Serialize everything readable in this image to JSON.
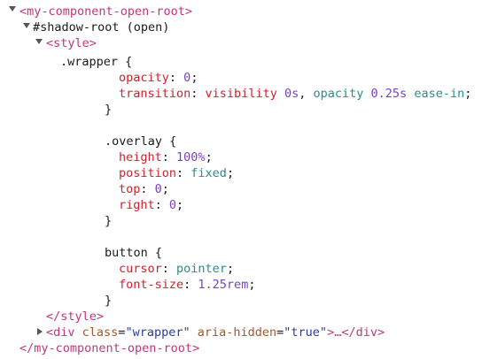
{
  "host": {
    "open_tag": "<my-component-open-root>",
    "close_tag": "</my-component-open-root>"
  },
  "shadow_root": {
    "label": "#shadow-root (open)"
  },
  "style_el": {
    "open_tag": "<style>",
    "close_tag": "</style>"
  },
  "css": {
    "wrapper": {
      "selector": ".wrapper {",
      "decls": [
        {
          "prop": "opacity",
          "value": "0"
        },
        {
          "prop": "transition",
          "value": "visibility 0s, opacity 0.25s ease-in"
        }
      ],
      "close": "}"
    },
    "overlay": {
      "selector": ".overlay {",
      "decls": [
        {
          "prop": "height",
          "value": "100%"
        },
        {
          "prop": "position",
          "value": "fixed"
        },
        {
          "prop": "top",
          "value": "0"
        },
        {
          "prop": "right",
          "value": "0"
        }
      ],
      "close": "}"
    },
    "button": {
      "selector": "button {",
      "decls": [
        {
          "prop": "cursor",
          "value": "pointer"
        },
        {
          "prop": "font-size",
          "value": "1.25rem"
        }
      ],
      "close": "}"
    }
  },
  "div_node": {
    "tag_open": "<div",
    "attr1_name": "class",
    "attr1_value": "\"wrapper\"",
    "attr2_name": "aria-hidden",
    "attr2_value": "\"true\"",
    "ellipsis": ">…",
    "tag_close": "</div>"
  },
  "colors": {
    "tag": "#c0367d",
    "property": "#d1212e",
    "number": "#7b3fc1",
    "keyword": "#2a8c8c",
    "attribute": "#a8552a",
    "attribute_value": "#2b3a9e"
  },
  "icons": {
    "expanded": "twisty-open-icon",
    "collapsed": "twisty-closed-icon"
  }
}
